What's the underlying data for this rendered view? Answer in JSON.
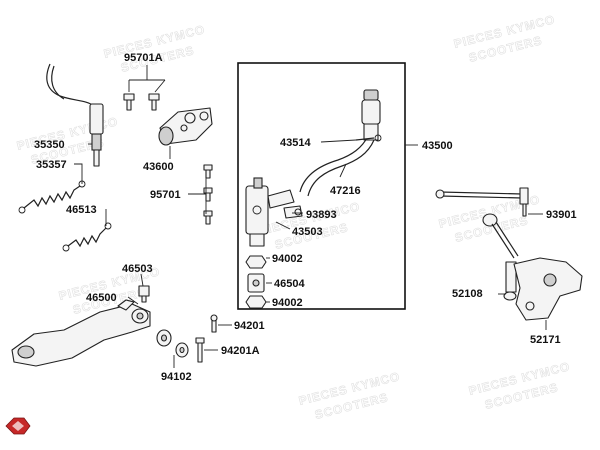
{
  "labels": {
    "p95701A": "95701A",
    "p35350": "35350",
    "p43600": "43600",
    "p35357": "35357",
    "p95701": "95701",
    "p46513": "46513",
    "p46503": "46503",
    "p46500": "46500",
    "p43514": "43514",
    "p47216": "47216",
    "p43500": "43500",
    "p93893": "93893",
    "p43503": "43503",
    "p94002a": "94002",
    "p46504": "46504",
    "p94002b": "94002",
    "p94201": "94201",
    "p94201A": "94201A",
    "p94102": "94102",
    "p93901": "93901",
    "p52108": "52108",
    "p52171": "52171"
  },
  "watermark": {
    "line1": "PIECES KYMCO",
    "line2": "SCOOTERS"
  },
  "colors": {
    "ink": "#222222",
    "logo": "#c62828"
  }
}
